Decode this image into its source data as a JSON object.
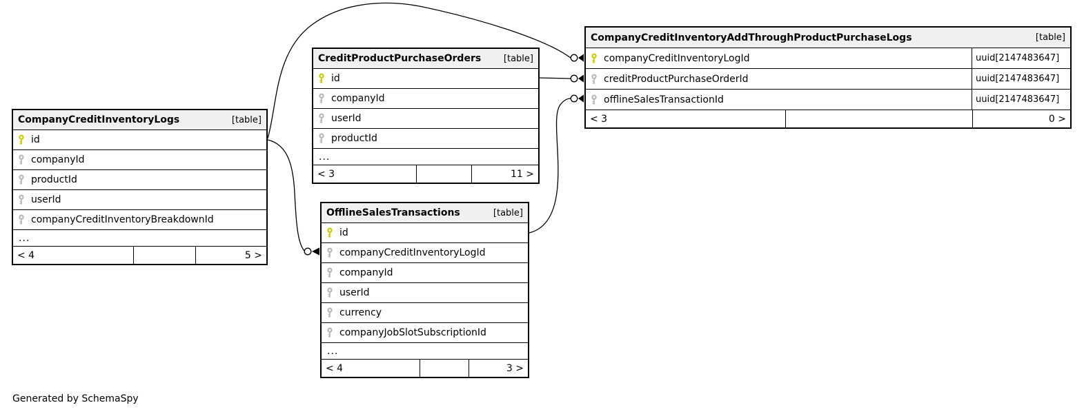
{
  "diagram": {
    "footer_note": "Generated by SchemaSpy",
    "colors": {
      "primary_key_icon": "#cbcb00",
      "foreign_key_icon": "#b9b9b9",
      "table_header_bg": "#f0f0f0",
      "border_and_lines": "#000000",
      "background": "#ffffff"
    }
  },
  "tables": [
    {
      "name": "CompanyCreditInventoryLogs",
      "tag": "[table]",
      "columns": [
        {
          "name": "id",
          "key": "primary"
        },
        {
          "name": "companyId",
          "key": "foreign"
        },
        {
          "name": "productId",
          "key": "foreign"
        },
        {
          "name": "userId",
          "key": "foreign"
        },
        {
          "name": "companyCreditInventoryBreakdownId",
          "key": "foreign"
        }
      ],
      "ellipsis": "...",
      "footer": {
        "left": "< 4",
        "middle": "",
        "right": "5 >"
      }
    },
    {
      "name": "CreditProductPurchaseOrders",
      "tag": "[table]",
      "columns": [
        {
          "name": "id",
          "key": "primary"
        },
        {
          "name": "companyId",
          "key": "foreign"
        },
        {
          "name": "userId",
          "key": "foreign"
        },
        {
          "name": "productId",
          "key": "foreign"
        }
      ],
      "ellipsis": "...",
      "footer": {
        "left": "< 3",
        "middle": "",
        "right": "11 >"
      }
    },
    {
      "name": "OfflineSalesTransactions",
      "tag": "[table]",
      "columns": [
        {
          "name": "id",
          "key": "primary"
        },
        {
          "name": "companyCreditInventoryLogId",
          "key": "foreign"
        },
        {
          "name": "companyId",
          "key": "foreign"
        },
        {
          "name": "userId",
          "key": "foreign"
        },
        {
          "name": "currency",
          "key": "foreign"
        },
        {
          "name": "companyJobSlotSubscriptionId",
          "key": "foreign"
        }
      ],
      "ellipsis": "...",
      "footer": {
        "left": "< 4",
        "middle": "",
        "right": "3 >"
      }
    },
    {
      "name": "CompanyCreditInventoryAddThroughProductPurchaseLogs",
      "tag": "[table]",
      "columns": [
        {
          "name": "companyCreditInventoryLogId",
          "key": "primary",
          "type": "uuid[2147483647]"
        },
        {
          "name": "creditProductPurchaseOrderId",
          "key": "foreign",
          "type": "uuid[2147483647]"
        },
        {
          "name": "offlineSalesTransactionId",
          "key": "foreign",
          "type": "uuid[2147483647]"
        }
      ],
      "footer": {
        "left": "< 3",
        "middle": "",
        "right": "0 >"
      }
    }
  ],
  "relationships": [
    {
      "from": "CompanyCreditInventoryLogs.id",
      "to": "CompanyCreditInventoryAddThroughProductPurchaseLogs.companyCreditInventoryLogId",
      "marker": "zero-or-many"
    },
    {
      "from": "CreditProductPurchaseOrders.id",
      "to": "CompanyCreditInventoryAddThroughProductPurchaseLogs.creditProductPurchaseOrderId",
      "marker": "zero-or-many"
    },
    {
      "from": "OfflineSalesTransactions.id",
      "to": "CompanyCreditInventoryAddThroughProductPurchaseLogs.offlineSalesTransactionId",
      "marker": "zero-or-many"
    },
    {
      "from": "CompanyCreditInventoryLogs.id",
      "to": "OfflineSalesTransactions.companyCreditInventoryLogId",
      "marker": "zero-or-many"
    }
  ]
}
